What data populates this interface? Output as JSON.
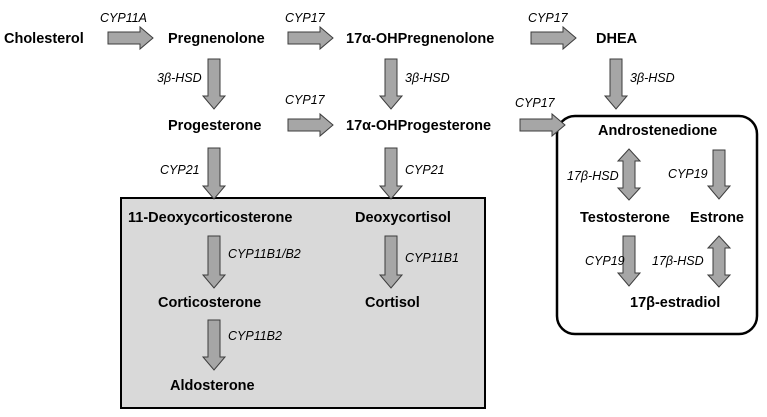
{
  "nodes": {
    "cholesterol": "Cholesterol",
    "pregnenolone": "Pregnenolone",
    "oh17_pregnenolone": "17α-OHPregnenolone",
    "dhea": "DHEA",
    "progesterone": "Progesterone",
    "oh17_progesterone": "17α-OHProgesterone",
    "androstenedione": "Androstenedione",
    "deoxycorticosterone": "11-Deoxycorticosterone",
    "deoxycortisol": "Deoxycortisol",
    "corticosterone": "Corticosterone",
    "cortisol": "Cortisol",
    "aldosterone": "Aldosterone",
    "testosterone": "Testosterone",
    "estrone": "Estrone",
    "estradiol": "17β-estradiol"
  },
  "enzymes": {
    "cyp11a": "CYP11A",
    "cyp17_a": "CYP17",
    "cyp17_b": "CYP17",
    "cyp17_c": "CYP17",
    "cyp17_d": "CYP17",
    "hsd3b_a": "3β-HSD",
    "hsd3b_b": "3β-HSD",
    "hsd3b_c": "3β-HSD",
    "cyp21_a": "CYP21",
    "cyp21_b": "CYP21",
    "cyp11b1b2": "CYP11B1/B2",
    "cyp11b1": "CYP11B1",
    "cyp11b2": "CYP11B2",
    "hsd17b_a": "17β-HSD",
    "hsd17b_b": "17β-HSD",
    "cyp19_a": "CYP19",
    "cyp19_b": "CYP19"
  },
  "colors": {
    "arrow_fill": "#a6a6a6",
    "mineralocorticoid_box": "#d9d9d9"
  }
}
